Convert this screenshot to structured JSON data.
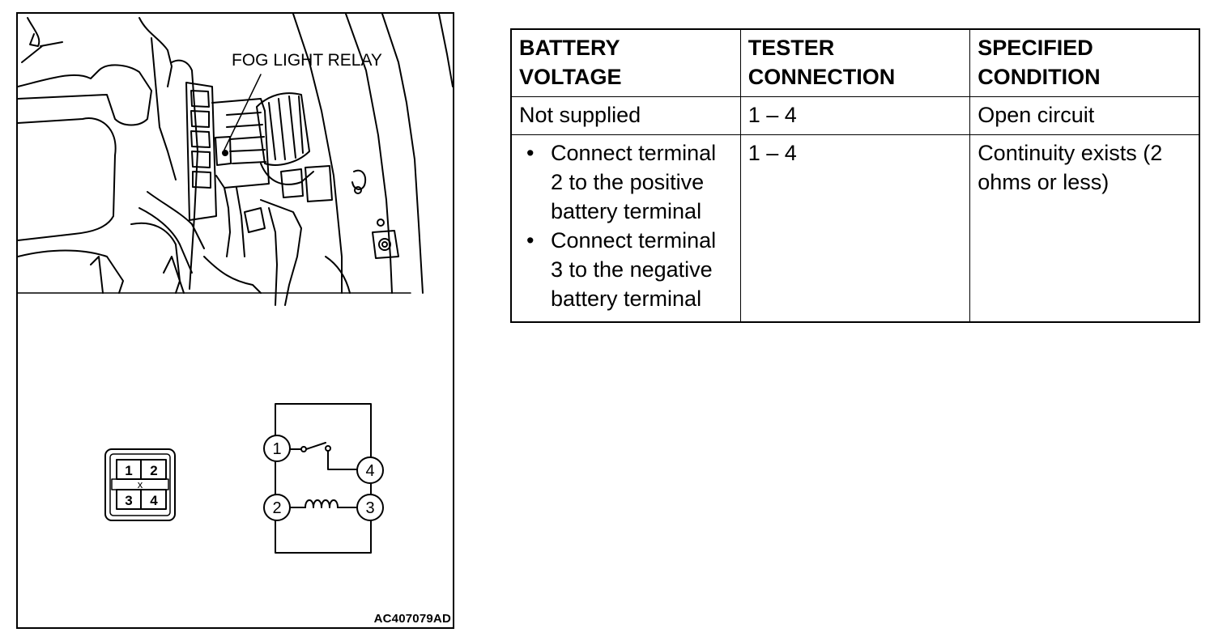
{
  "figure": {
    "callout": "FOG LIGHT RELAY",
    "figure_code": "AC407079AD",
    "connector_pins": [
      "1",
      "2",
      "3",
      "4"
    ],
    "connector_center_mark": "x",
    "schematic_terminals": [
      "1",
      "4",
      "2",
      "3"
    ]
  },
  "table": {
    "headers": [
      [
        "BATTERY",
        "VOLTAGE"
      ],
      [
        "TESTER",
        "CONNECTION"
      ],
      [
        "SPECIFIED",
        "CONDITION"
      ]
    ],
    "rows": [
      {
        "battery_voltage": "Not supplied",
        "tester_connection": "1 – 4",
        "condition": "Open circuit"
      },
      {
        "battery_voltage_items": [
          "Connect terminal 2 to the positive battery terminal",
          "Connect terminal 3 to the negative battery terminal"
        ],
        "tester_connection": "1 – 4",
        "condition": "Continuity exists (2 ohms or less)"
      }
    ]
  }
}
